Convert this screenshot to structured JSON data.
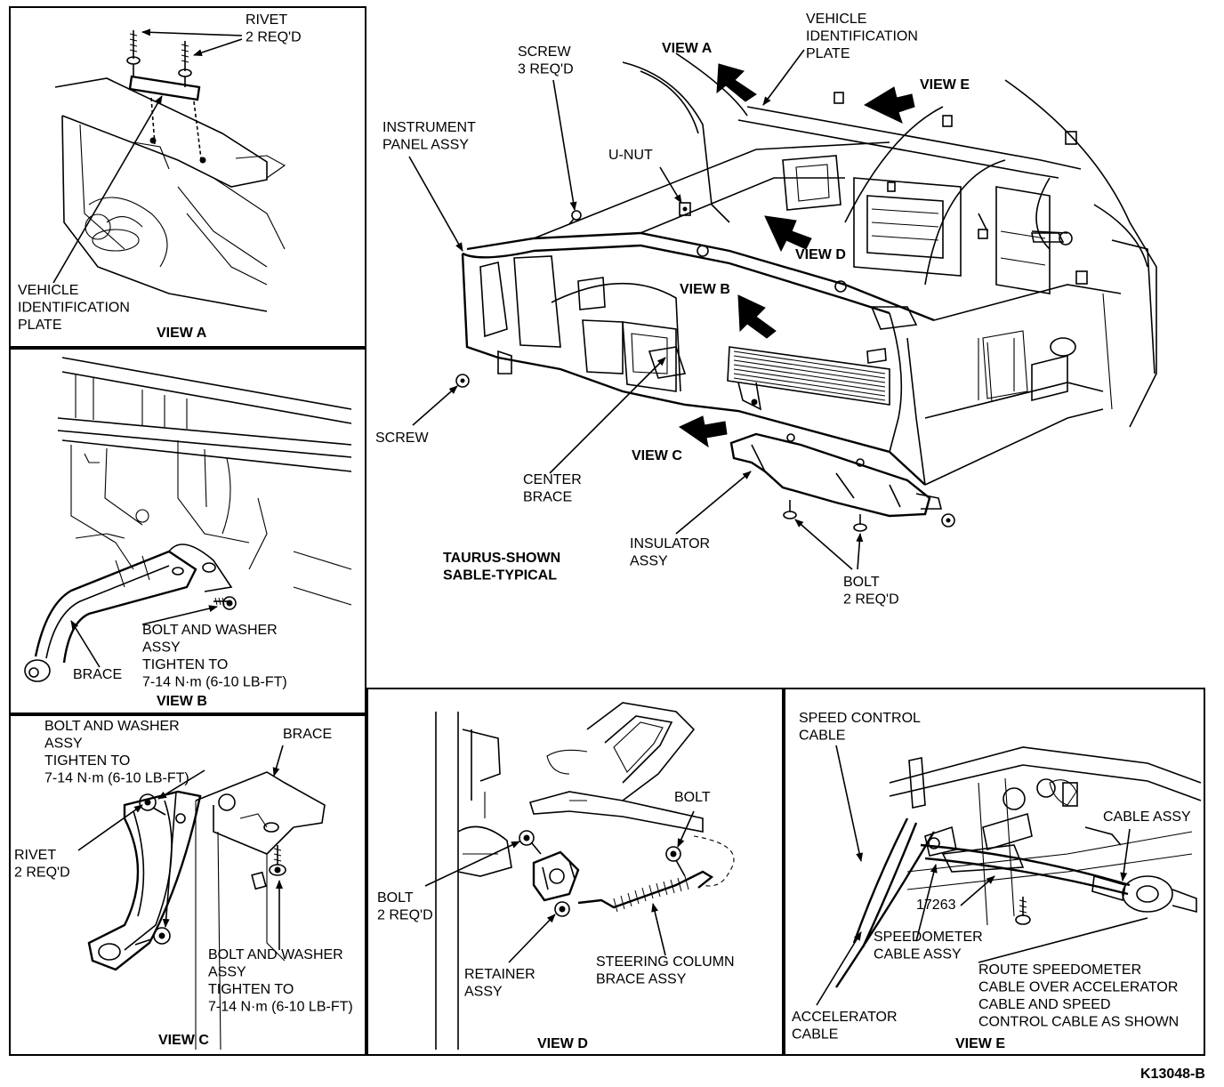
{
  "figure_id": "K13048-B",
  "main_view": {
    "labels": {
      "instrument_panel": "INSTRUMENT\nPANEL ASSY",
      "screw_top": "SCREW\n3 REQ'D",
      "u_nut": "U-NUT",
      "vin_plate": "VEHICLE\nIDENTIFICATION\nPLATE",
      "view_a": "VIEW A",
      "view_b": "VIEW B",
      "view_c": "VIEW C",
      "view_d": "VIEW D",
      "view_e": "VIEW E",
      "screw_left": "SCREW",
      "center_brace": "CENTER\nBRACE",
      "insulator": "INSULATOR\nASSY",
      "bolt": "BOLT\n2 REQ'D",
      "caption": "TAURUS-SHOWN\nSABLE-TYPICAL"
    }
  },
  "view_a": {
    "title": "VIEW A",
    "rivet": "RIVET\n2 REQ'D",
    "plate": "VEHICLE\nIDENTIFICATION\nPLATE"
  },
  "view_b": {
    "title": "VIEW B",
    "bolt_washer": "BOLT AND WASHER\nASSY\nTIGHTEN TO\n7-14 N·m (6-10 LB-FT)",
    "brace": "BRACE"
  },
  "view_c": {
    "title": "VIEW C",
    "bolt_washer_top": "BOLT AND WASHER\nASSY\nTIGHTEN TO\n7-14 N·m (6-10 LB-FT)",
    "brace": "BRACE",
    "rivet": "RIVET\n2 REQ'D",
    "bolt_washer_bottom": "BOLT AND WASHER\nASSY\nTIGHTEN TO\n7-14 N·m (6-10 LB-FT)"
  },
  "view_d": {
    "title": "VIEW D",
    "bolt_right": "BOLT",
    "bolt_left": "BOLT\n2 REQ'D",
    "retainer": "RETAINER\nASSY",
    "steering_brace": "STEERING COLUMN\nBRACE ASSY"
  },
  "view_e": {
    "title": "VIEW E",
    "speed_control": "SPEED CONTROL\nCABLE",
    "cable_assy": "CABLE ASSY",
    "part_no": "17263",
    "speedometer": "SPEEDOMETER\nCABLE ASSY",
    "route_note": "ROUTE SPEEDOMETER\nCABLE OVER ACCELERATOR\nCABLE AND SPEED\nCONTROL CABLE AS SHOWN",
    "accelerator": "ACCELERATOR\nCABLE"
  }
}
